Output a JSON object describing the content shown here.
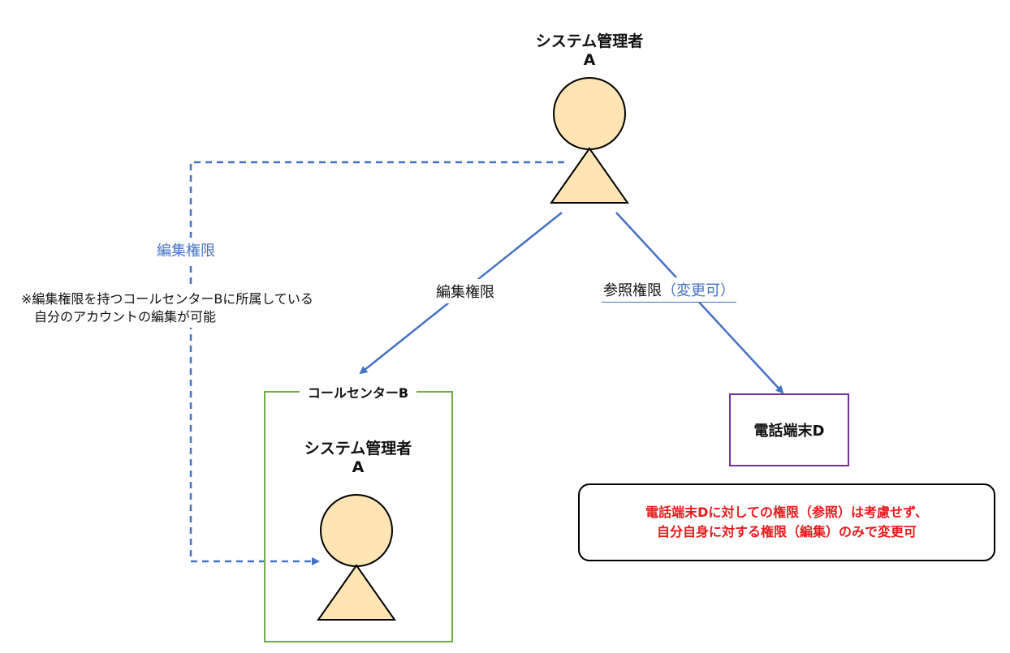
{
  "admin_top": {
    "line1": "システム管理者",
    "line2": "A"
  },
  "admin_inner": {
    "line1": "システム管理者",
    "line2": "A"
  },
  "call_center": {
    "title": "コールセンターB"
  },
  "device": {
    "label": "電話端末D"
  },
  "edges": {
    "edit_left": {
      "label": "編集権限"
    },
    "edit_center": {
      "label": "編集権限"
    },
    "reference": {
      "label": "参照権限",
      "suffix": "（変更可）"
    }
  },
  "note": {
    "line1": "※編集権限を持つコールセンターBに所属している",
    "line2": "自分のアカウントの編集が可能"
  },
  "callout": {
    "line1": "電話端末Dに対しての権限（参照）は考慮せず、",
    "line2": "自分自身に対する権限（編集）のみで変更可"
  },
  "colors": {
    "arrow": "#4472c4",
    "actor_fill": "#ffe5b4",
    "group_border": "#70ad47",
    "device_border": "#7030a0",
    "callout_text": "#e8191c"
  }
}
